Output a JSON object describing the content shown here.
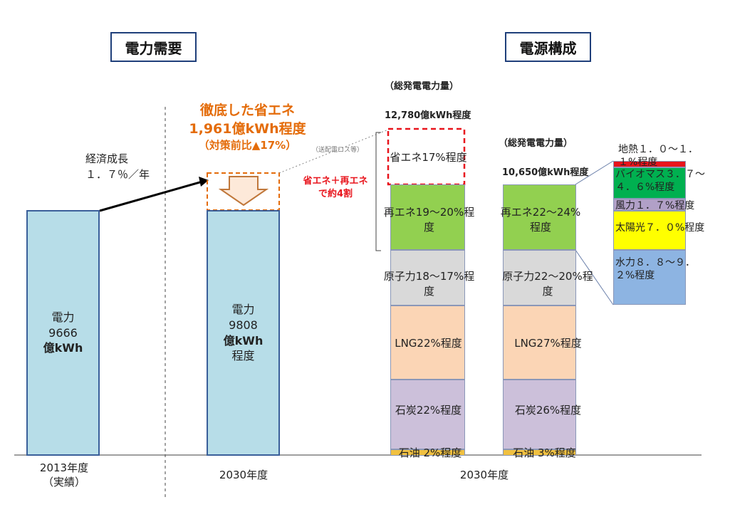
{
  "headings": {
    "demand": "電力需要",
    "supply": "電源構成"
  },
  "demand": {
    "growth_note_line1": "経済成長",
    "growth_note_line2": "１．７％／年",
    "bar2013": {
      "line1": "電力",
      "line2": "9666",
      "line3": "億kWh",
      "value": 9666
    },
    "bar2030": {
      "line1": "電力",
      "line2": "9808",
      "line3": "億kWh",
      "line4": "程度",
      "value": 9808
    },
    "savings_line1": "徹底した省エネ",
    "savings_line2": "1,961億kWh程度",
    "savings_line3": "（対策前比▲17%）",
    "loss_note": "（送配電ロス等）",
    "combo_note_line1": "省エネ＋再エネ",
    "combo_note_line2": "で約4割"
  },
  "supply": {
    "left_header": "（総発電電力量）",
    "left_total": "12,780億kWh程度",
    "right_header": "（総発電電力量）",
    "right_total": "10,650億kWh程度"
  },
  "axis": {
    "x1_line1": "2013年度",
    "x1_line2": "（実績）",
    "x2": "2030年度",
    "x3": "2030年度"
  },
  "chart_data": {
    "type": "bar",
    "stacked_mix_before_savings": [
      {
        "name": "省エネ17%程度",
        "color": "#ffffff"
      },
      {
        "name": "再エネ19～20%程度",
        "color": "#92d050"
      },
      {
        "name": "原子力18～17%程度",
        "color": "#d9d9d9"
      },
      {
        "name": "LNG22%程度",
        "color": "#fbd5b5"
      },
      {
        "name": "石炭22%程度",
        "color": "#ccc0da"
      },
      {
        "name": "石油 2%程度",
        "color": "#f0c040"
      }
    ],
    "stacked_mix_2030": [
      {
        "name": "再エネ22～24%程度",
        "color": "#92d050"
      },
      {
        "name": "原子力22～20%程度",
        "color": "#d9d9d9"
      },
      {
        "name": "LNG27%程度",
        "color": "#fbd5b5"
      },
      {
        "name": "石炭26%程度",
        "color": "#ccc0da"
      },
      {
        "name": "石油 3%程度",
        "color": "#f0c040"
      }
    ],
    "renewable_breakdown": [
      {
        "name": "地熱１．０～１．１%程度",
        "color": "#e8141c"
      },
      {
        "name": "バイオマス３．７～４．６%程度",
        "color": "#00b050"
      },
      {
        "name": "風力１．７%程度",
        "color": "#b1a0c7"
      },
      {
        "name": "太陽光７．０%程度",
        "color": "#ffff00"
      },
      {
        "name": "水力８．８～９．２%程度",
        "color": "#8db4e2"
      }
    ]
  }
}
